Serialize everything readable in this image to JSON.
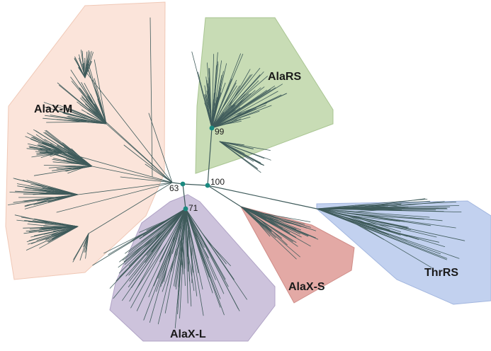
{
  "figure": {
    "type": "unrooted phylogenetic tree",
    "colors": {
      "branch": "#3f5b5b",
      "node_marker": "#1a8a80",
      "text": "#1a1a1a"
    }
  },
  "clades": [
    {
      "id": "alax-m",
      "label": "AlaX-M",
      "fill": "#fbe4da",
      "stroke": "#f0c8b6"
    },
    {
      "id": "alars",
      "label": "AlaRS",
      "fill": "#c8dcb5",
      "stroke": "#a9c592"
    },
    {
      "id": "alax-l",
      "label": "AlaX-L",
      "fill": "#cdc3dc",
      "stroke": "#b0a3c6"
    },
    {
      "id": "alax-s",
      "label": "AlaX-S",
      "fill": "#e3a9a5",
      "stroke": "#cf8c87"
    },
    {
      "id": "thrrs",
      "label": "ThrRS",
      "fill": "#c2d1ef",
      "stroke": "#a2b6df"
    }
  ],
  "bootstrap_nodes": [
    {
      "id": "node-63",
      "value": "63"
    },
    {
      "id": "node-71",
      "value": "71"
    },
    {
      "id": "node-99",
      "value": "99"
    },
    {
      "id": "node-100",
      "value": "100"
    }
  ]
}
